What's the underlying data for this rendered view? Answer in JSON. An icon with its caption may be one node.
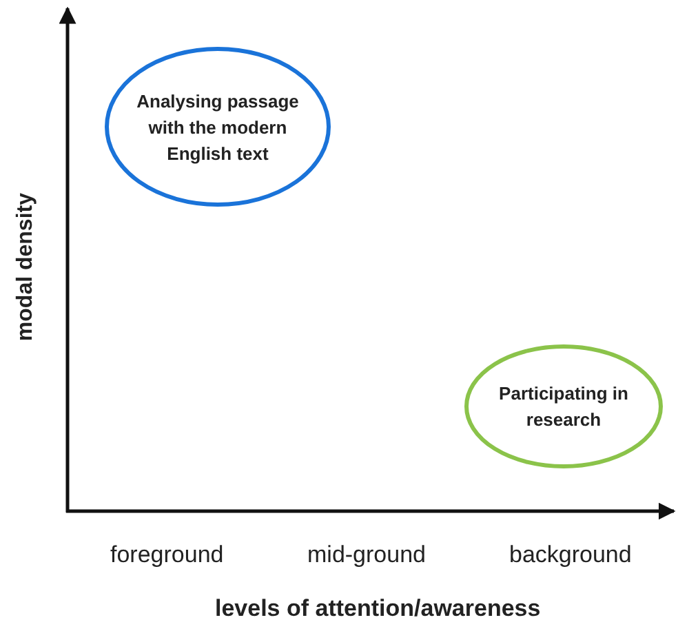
{
  "diagram": {
    "nodes": [
      {
        "text": [
          "Analysing passage with the modern English text"
        ]
      },
      {
        "text": [
          "Participating in research"
        ]
      }
    ],
    "labels": [
      "modal density",
      "foreground",
      "mid-ground",
      "background",
      "levels of attention/awareness"
    ]
  }
}
